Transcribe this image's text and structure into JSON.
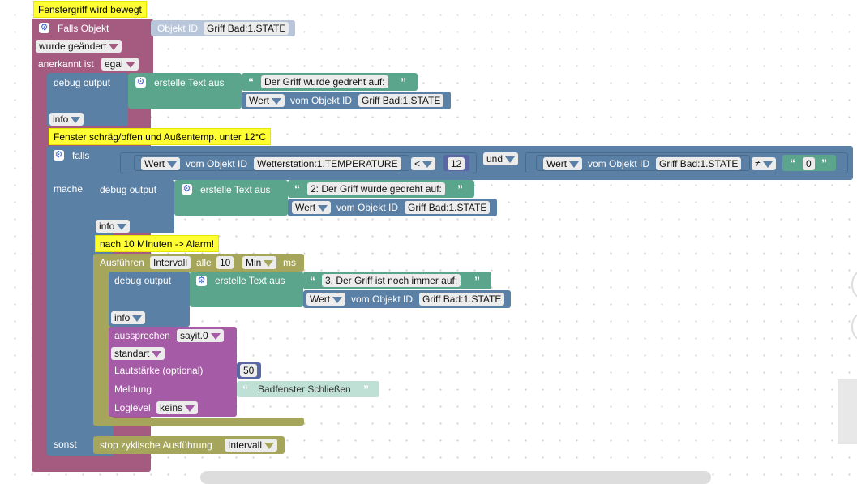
{
  "comments": {
    "handle_moved": "Fenstergriff wird bewegt",
    "window_temp": "Fenster schräg/offen und Außentemp. unter 12°C",
    "after_10_min": "nach 10 MInuten -> Alarm!"
  },
  "trigger": {
    "label": "Falls Objekt",
    "object_id_label": "Objekt ID",
    "object_id": "Griff Bad:1.STATE",
    "changed_label": "wurde geändert",
    "ack_label": "anerkannt ist",
    "ack_value": "egal"
  },
  "debug1": {
    "label": "debug output",
    "text_label": "erstelle Text aus",
    "text": "Der Griff wurde gedreht auf:",
    "value_label": "Wert",
    "from_object": "vom Objekt ID",
    "object_id": "Griff Bad:1.STATE",
    "level": "info"
  },
  "if_block": {
    "if_label": "falls",
    "then_label": "mache",
    "else_label": "sonst",
    "cond1_value": "Wert",
    "cond1_from": "vom Objekt ID",
    "cond1_object": "Wetterstation:1.TEMPERATURE",
    "cond1_op": "<",
    "cond1_number": "12",
    "and_label": "und",
    "cond2_value": "Wert",
    "cond2_from": "vom Objekt ID",
    "cond2_object": "Griff Bad:1.STATE",
    "cond2_op": "≠",
    "cond2_text": "0"
  },
  "debug2": {
    "label": "debug output",
    "text_label": "erstelle Text aus",
    "text": "2: Der Griff wurde gedreht auf:",
    "value_label": "Wert",
    "from_object": "vom Objekt ID",
    "object_id": "Griff Bad:1.STATE",
    "level": "info"
  },
  "interval": {
    "run_label": "Ausführen",
    "name": "Intervall",
    "every_label": "alle",
    "number": "10",
    "unit": "Min",
    "ms_label": "ms"
  },
  "debug3": {
    "label": "debug output",
    "text_label": "erstelle Text aus",
    "text": "3. Der Griff ist noch immer auf:",
    "value_label": "Wert",
    "from_object": "vom Objekt ID",
    "object_id": "Griff Bad:1.STATE",
    "level": "info"
  },
  "speak": {
    "label": "aussprechen",
    "instance": "sayit.0",
    "mode": "standart",
    "volume_label": "Lautstärke (optional)",
    "volume": "50",
    "message_label": "Meldung",
    "message": "Badfenster Schließen",
    "loglevel_label": "Loglevel",
    "loglevel": "keins"
  },
  "stop": {
    "label": "stop zyklische Ausführung",
    "name": "Intervall"
  },
  "colors": {
    "event": "#a55b80",
    "logic": "#5b80a5",
    "text": "#5ba58c",
    "timer": "#a5a55b",
    "speak": "#a55ba5",
    "math": "#5b67a5",
    "comment": "#ffff33"
  }
}
